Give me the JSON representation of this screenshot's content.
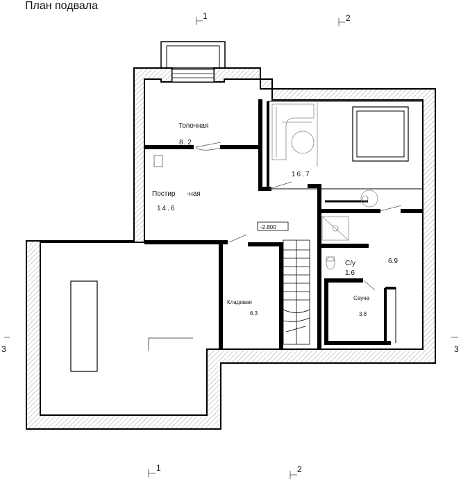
{
  "title": "План подвала",
  "section_marks": {
    "top_1": "1",
    "top_2": "2",
    "bottom_1": "1",
    "bottom_2": "2",
    "left_3": "3",
    "right_3": "3"
  },
  "rooms": {
    "boiler": {
      "name": "Топочная",
      "area": "8.2"
    },
    "laundry": {
      "name_part1": "Постир",
      "name_part2": "-ная",
      "area": "14.6"
    },
    "lounge": {
      "area": "16.7"
    },
    "storage": {
      "name": "Кладовая",
      "area": "6.3"
    },
    "wc": {
      "name": "С/у",
      "area": "1.6"
    },
    "shower": {
      "area": "6.9"
    },
    "sauna": {
      "name": "Сауна",
      "area": "3.8"
    }
  },
  "level_mark": "-2.800"
}
